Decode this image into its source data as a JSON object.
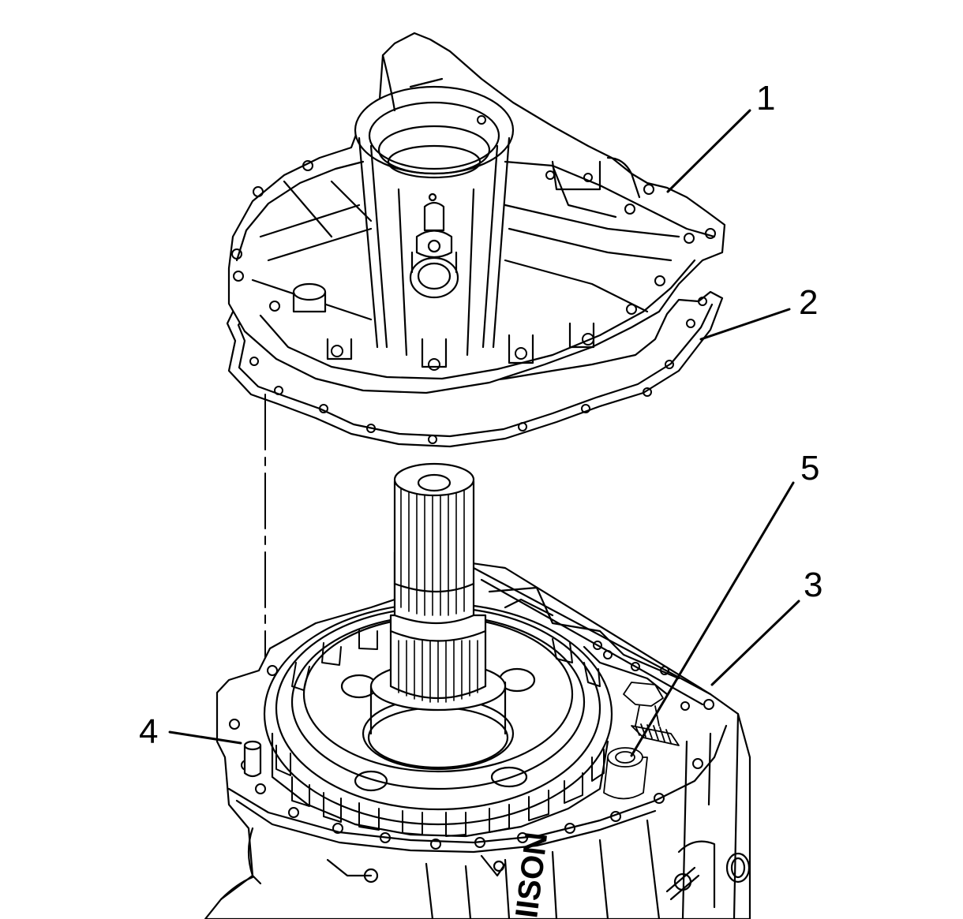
{
  "diagram": {
    "callouts": [
      {
        "id": "1",
        "text": "1"
      },
      {
        "id": "2",
        "text": "2"
      },
      {
        "id": "3",
        "text": "3"
      },
      {
        "id": "4",
        "text": "4"
      },
      {
        "id": "5",
        "text": "5"
      }
    ],
    "case_marking": "IISON",
    "colors": {
      "line": "#000000",
      "fill": "#ffffff"
    }
  }
}
